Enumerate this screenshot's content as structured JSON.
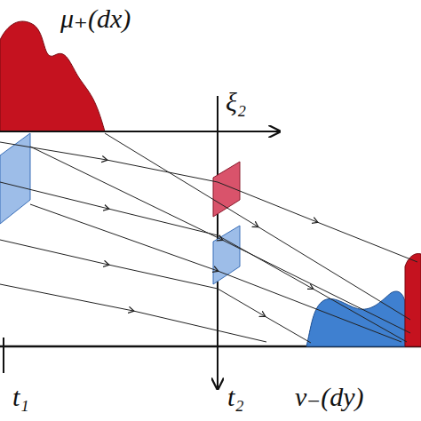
{
  "diagram": {
    "labels": [
      "μ₊(dx)",
      "ξ₂",
      "t₁",
      "t₂",
      "ν₋(dy)"
    ]
  }
}
